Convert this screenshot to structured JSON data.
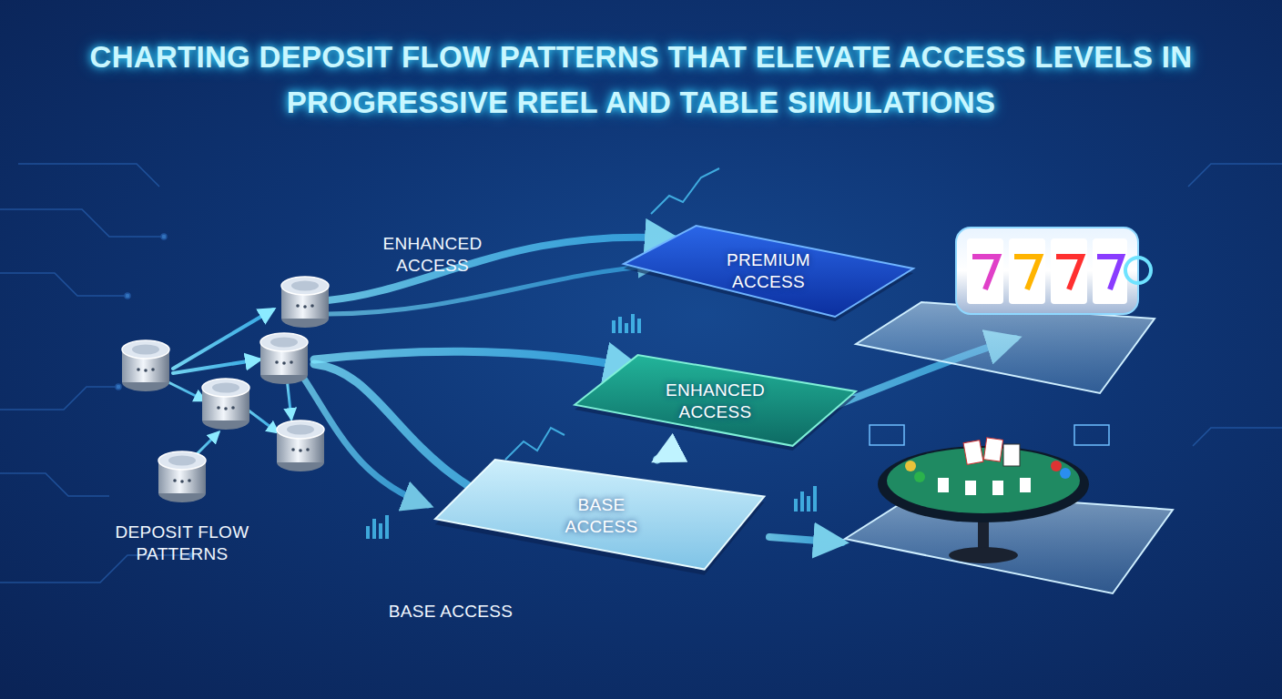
{
  "diagram": {
    "title": "CHARTING DEPOSIT FLOW PATTERNS THAT ELEVATE ACCESS LEVELS IN PROGRESSIVE REEL AND TABLE SIMULATIONS",
    "nodes": [
      {
        "text": [
          "PREMIUM ACCESS"
        ]
      },
      {
        "text": [
          "ENHANCED ACCESS"
        ]
      },
      {
        "text": [
          "BASE ACCESS"
        ]
      }
    ],
    "edges": [
      {
        "from": 1,
        "to": 2,
        "arrow": "to"
      }
    ],
    "labels": [
      "ENHANCED ACCESS",
      "DEPOSIT FLOW PATTERNS",
      "BASE ACCESS"
    ]
  }
}
